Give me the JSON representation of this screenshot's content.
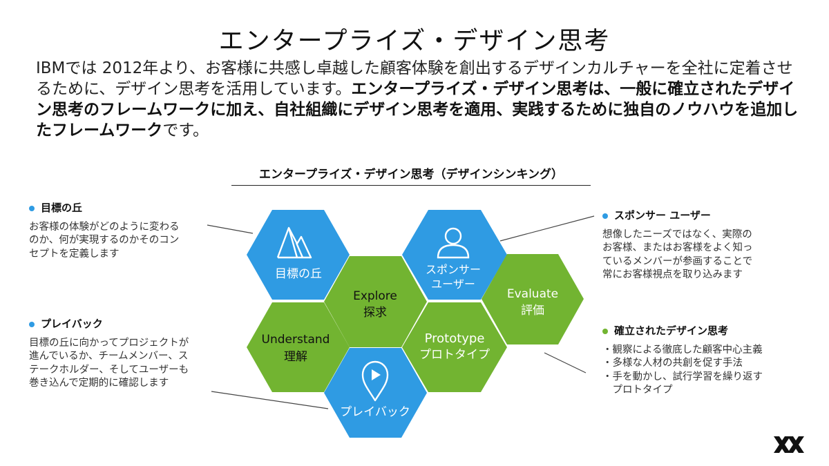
{
  "title": "エンタープライズ・デザイン思考",
  "intro": {
    "plain": "IBMでは 2012年より、お客様に共感し卓越した顧客体験を創出するデザインカルチャーを全社に定着させるために、デザイン思考を活用しています。",
    "bold": "エンタープライズ・デザイン思考は、一般に確立されたデザイン思考のフレームワークに加え、自社組織にデザイン思考を適用、実践するために独自のノウハウを追加したフレームワーク",
    "tail": "です。"
  },
  "diagram": {
    "title": "エンタープライズ・デザイン思考（デザインシンキング）",
    "colors": {
      "blue": "#2f9be3",
      "green": "#72b431"
    },
    "hexes": {
      "hills": {
        "label": "目標の丘",
        "icon": "mountain-icon"
      },
      "sponsor": {
        "line1": "スポンサー",
        "line2": "ユーザー",
        "icon": "person-icon"
      },
      "explore": {
        "en": "Explore",
        "ja": "探求"
      },
      "evaluate": {
        "en": "Evaluate",
        "ja": "評価"
      },
      "understand": {
        "en": "Understand",
        "ja": "理解"
      },
      "prototype": {
        "en": "Prototype",
        "ja": "プロトタイプ"
      },
      "playback": {
        "label": "プレイバック",
        "icon": "location-pin-play-icon"
      }
    }
  },
  "callouts": {
    "hills": {
      "title": "目標の丘",
      "lines": [
        "お客様の体験がどのように変わる",
        "のか、何が実現するのかそのコン",
        "セプトを定義します"
      ]
    },
    "playback": {
      "title": "プレイバック",
      "lines": [
        "目標の丘に向かってプロジェクトが",
        "進んでいるか、チームメンバー、ス",
        "テークホルダー、そしてユーザーも",
        "巻き込んで定期的に確認します"
      ]
    },
    "sponsor": {
      "title": "スポンサー ユーザー",
      "lines": [
        "想像したニーズではなく、実際の",
        "お客様、またはお客様をよく知っ",
        "ているメンバーが参画することで",
        "常にお客様視点を取り込みます"
      ]
    },
    "established": {
      "title": "確立されたデザイン思考",
      "lines": [
        "・観察による徹底した顧客中心主義",
        "・多様な人材の共創を促す手法",
        "・手を動かし、試行学習を繰り返す",
        "　プロトタイプ"
      ]
    }
  },
  "logo": "ibm-ix-logo"
}
